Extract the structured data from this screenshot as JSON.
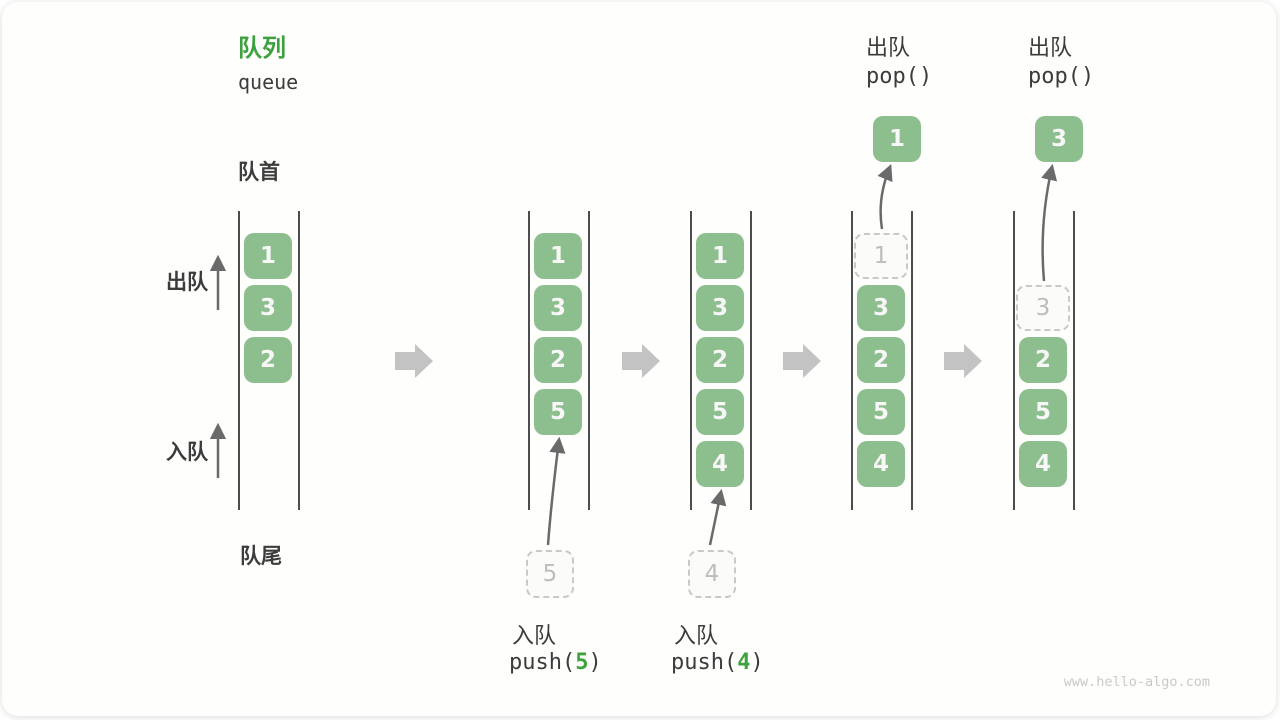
{
  "page": {
    "title_zh": "队列",
    "title_en": "queue",
    "watermark": "www.hello-algo.com"
  },
  "side_labels": {
    "front": "队首",
    "rear": "队尾",
    "dequeue": "出队",
    "enqueue": "入队"
  },
  "colors": {
    "block_green": "#8dbe8d",
    "text_green": "#3da23d",
    "dark_text": "#3c3c3c",
    "column_line": "#4d4d4d",
    "small_arrow": "#6a6a6a",
    "big_arrow": "#c3c3c3",
    "dashed_border": "#c9c9c9",
    "dashed_text": "#bdbdbd",
    "watermark": "#c9c9c9"
  },
  "queue_states": [
    {
      "cells": [
        {
          "row": 0,
          "value": "1",
          "type": "solid"
        },
        {
          "row": 1,
          "value": "3",
          "type": "solid"
        },
        {
          "row": 2,
          "value": "2",
          "type": "solid"
        }
      ]
    },
    {
      "cells": [
        {
          "row": 0,
          "value": "1",
          "type": "solid"
        },
        {
          "row": 1,
          "value": "3",
          "type": "solid"
        },
        {
          "row": 2,
          "value": "2",
          "type": "solid"
        },
        {
          "row": 3,
          "value": "5",
          "type": "solid"
        }
      ],
      "enqueue": {
        "value": "5",
        "label_zh": "入队",
        "code_prefix": "push(",
        "code_arg": "5",
        "code_suffix": ")"
      }
    },
    {
      "cells": [
        {
          "row": 0,
          "value": "1",
          "type": "solid"
        },
        {
          "row": 1,
          "value": "3",
          "type": "solid"
        },
        {
          "row": 2,
          "value": "2",
          "type": "solid"
        },
        {
          "row": 3,
          "value": "5",
          "type": "solid"
        },
        {
          "row": 4,
          "value": "4",
          "type": "solid"
        }
      ],
      "enqueue": {
        "value": "4",
        "label_zh": "入队",
        "code_prefix": "push(",
        "code_arg": "4",
        "code_suffix": ")"
      }
    },
    {
      "cells": [
        {
          "row": 0,
          "value": "1",
          "type": "ghost"
        },
        {
          "row": 1,
          "value": "3",
          "type": "solid"
        },
        {
          "row": 2,
          "value": "2",
          "type": "solid"
        },
        {
          "row": 3,
          "value": "5",
          "type": "solid"
        },
        {
          "row": 4,
          "value": "4",
          "type": "solid"
        }
      ],
      "dequeue": {
        "label_zh": "出队",
        "code": "pop()",
        "value": "1"
      }
    },
    {
      "cells": [
        {
          "row": 1,
          "value": "3",
          "type": "ghost"
        },
        {
          "row": 2,
          "value": "2",
          "type": "solid"
        },
        {
          "row": 3,
          "value": "5",
          "type": "solid"
        },
        {
          "row": 4,
          "value": "4",
          "type": "solid"
        }
      ],
      "dequeue": {
        "label_zh": "出队",
        "code": "pop()",
        "value": "3"
      }
    }
  ]
}
